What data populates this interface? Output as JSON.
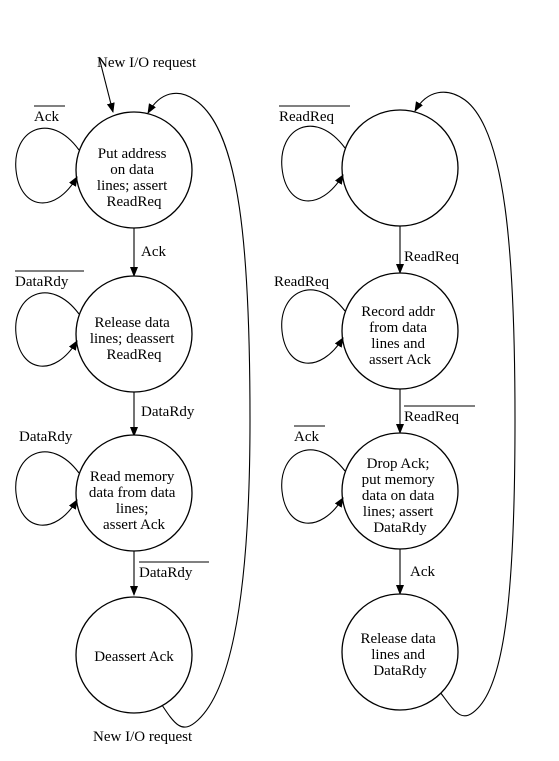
{
  "diagram": {
    "start_label_top": "New I/O request",
    "start_label_bottom": "New I/O request",
    "left_states": [
      {
        "lines": [
          "Put address",
          "on data",
          "lines; assert",
          "ReadReq"
        ]
      },
      {
        "lines": [
          "Release data",
          "lines; deassert",
          "ReadReq"
        ]
      },
      {
        "lines": [
          "Read memory",
          "data from data",
          "lines;",
          "assert Ack"
        ]
      },
      {
        "lines": [
          "Deassert Ack"
        ]
      }
    ],
    "right_states": [
      {
        "lines": []
      },
      {
        "lines": [
          "Record addr",
          "from data",
          "lines and",
          "assert Ack"
        ]
      },
      {
        "lines": [
          "Drop Ack;",
          "put memory",
          "data on data",
          "lines; assert",
          "DataRdy"
        ]
      },
      {
        "lines": [
          "Release data",
          "lines and",
          "DataRdy"
        ]
      }
    ],
    "left_self_loops": [
      {
        "label": "Ack",
        "negated": true
      },
      {
        "label": "DataRdy",
        "negated": true
      },
      {
        "label": "DataRdy",
        "negated": false
      }
    ],
    "right_self_loops": [
      {
        "label": "ReadReq",
        "negated": true
      },
      {
        "label": "ReadReq",
        "negated": false
      },
      {
        "label": "Ack",
        "negated": true
      }
    ],
    "left_transitions": [
      {
        "label": "Ack",
        "negated": false
      },
      {
        "label": "DataRdy",
        "negated": false
      },
      {
        "label": "DataRdy",
        "negated": true
      }
    ],
    "right_transitions": [
      {
        "label": "ReadReq",
        "negated": false
      },
      {
        "label": "ReadReq",
        "negated": true
      },
      {
        "label": "Ack",
        "negated": false
      }
    ]
  }
}
